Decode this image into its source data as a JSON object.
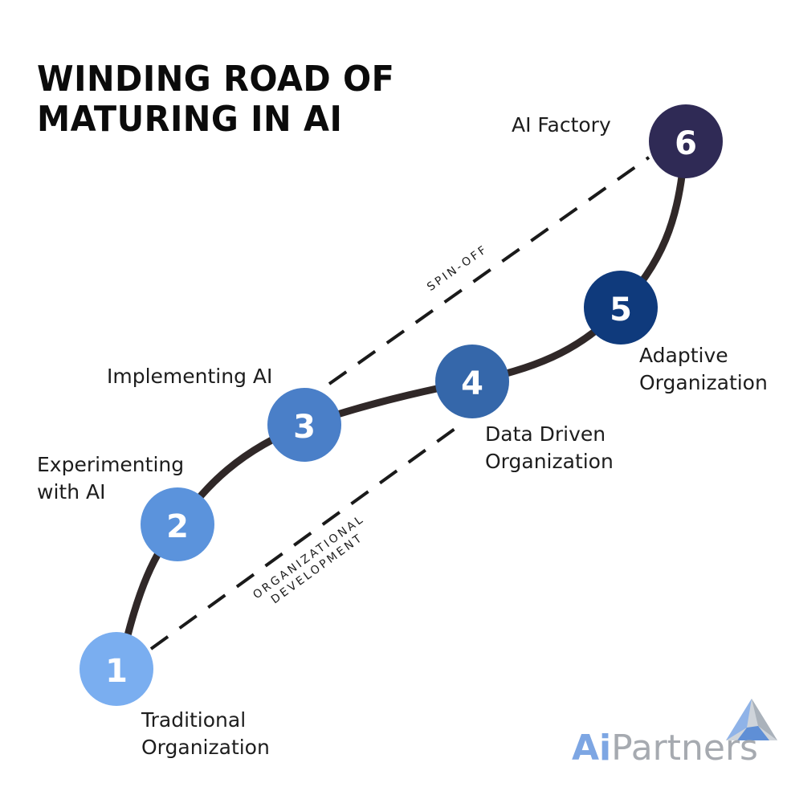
{
  "title": {
    "line1": "WINDING ROAD OF",
    "line2": "MATURING IN AI"
  },
  "stages": [
    {
      "number": "1",
      "label_line1": "Traditional",
      "label_line2": "Organization",
      "color": "#7aaef0"
    },
    {
      "number": "2",
      "label_line1": "Experimenting",
      "label_line2": "with AI",
      "color": "#5b93dc"
    },
    {
      "number": "3",
      "label_line1": "Implementing AI",
      "label_line2": "",
      "color": "#4a7fc8"
    },
    {
      "number": "4",
      "label_line1": "Data Driven",
      "label_line2": "Organization",
      "color": "#3567aa"
    },
    {
      "number": "5",
      "label_line1": "Adaptive",
      "label_line2": "Organization",
      "color": "#0f3a7c"
    },
    {
      "number": "6",
      "label_line1": "AI Factory",
      "label_line2": "",
      "color": "#2f2a55"
    }
  ],
  "paths": {
    "spin_off": "SPIN-OFF",
    "organizational_line1": "ORGANIZATIONAL",
    "organizational_line2": "DEVELOPMENT"
  },
  "logo": {
    "brand_a": "Ai",
    "brand_rest": "Partners"
  },
  "colors": {
    "road": "#302828",
    "dash": "#1a1a1a",
    "number_text": "#ffffff"
  }
}
